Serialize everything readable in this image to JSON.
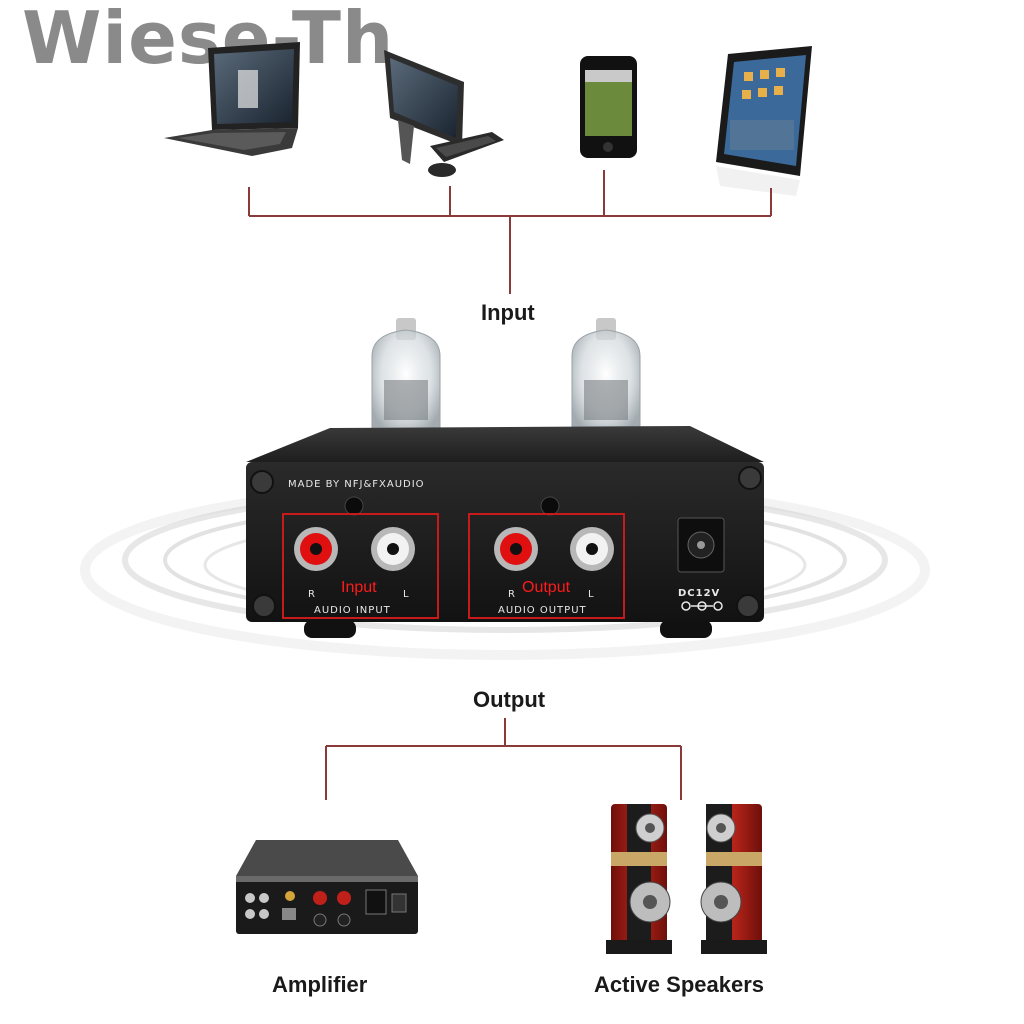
{
  "watermark": "Wiese-Th",
  "labels": {
    "input": "Input",
    "output": "Output",
    "amplifier": "Amplifier",
    "active_speakers": "Active Speakers"
  },
  "device_panel": {
    "brand": "MADE BY NFJ&FXAUDIO",
    "r": "R",
    "l": "L",
    "input_overlay": "Input",
    "output_overlay": "Output",
    "audio_input": "AUDIO INPUT",
    "audio_output": "AUDIO OUTPUT",
    "dc": "DC12V"
  },
  "colors": {
    "wire": "#8b3a3a",
    "overlay_red": "#ff1a1a",
    "panel": "#1c1c1c"
  }
}
